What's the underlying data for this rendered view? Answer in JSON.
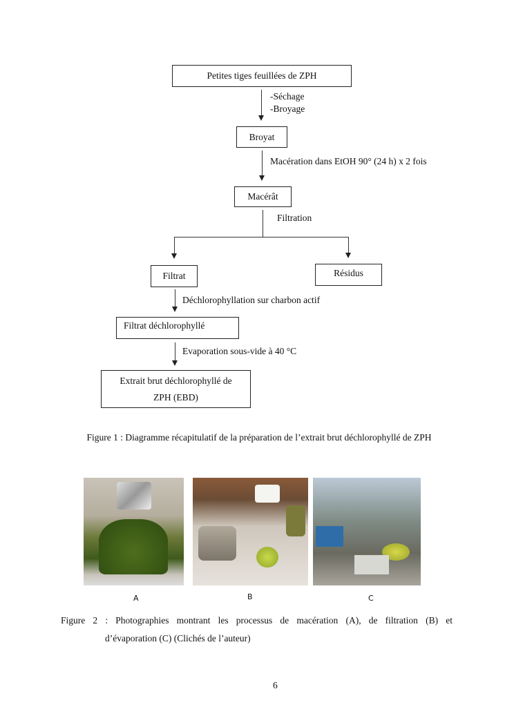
{
  "diagram": {
    "start": "Petites tiges feuillées de ZPH",
    "step1a": "-Séchage",
    "step1b": "-Broyage",
    "broyat": "Broyat",
    "step2": "Macération dans EtOH 90° (24 h) x 2 fois",
    "macerat": "Macérât",
    "step3": "Filtration",
    "filtrat": "Filtrat",
    "residus": "Résidus",
    "step4": "Déchlorophyllation sur charbon actif",
    "filtrat_dechl": "Filtrat déchlorophyllé",
    "step5": "Evaporation sous-vide à 40 °C",
    "extrait_l1": "Extrait brut déchlorophyllé de",
    "extrait_l2": "ZPH (EBD)"
  },
  "figure1_caption": "Figure 1 : Diagramme récapitulatif de la préparation de l’extrait brut déchlorophyllé de ZPH",
  "photos": {
    "a": "A",
    "b": "B",
    "c": "C"
  },
  "figure2_caption_l1": "Figure 2 : Photographies montrant les processus de macération (A), de filtration (B) et",
  "figure2_caption_l2": "d’évaporation (C) (Clichés de l’auteur)",
  "page_number": "6"
}
